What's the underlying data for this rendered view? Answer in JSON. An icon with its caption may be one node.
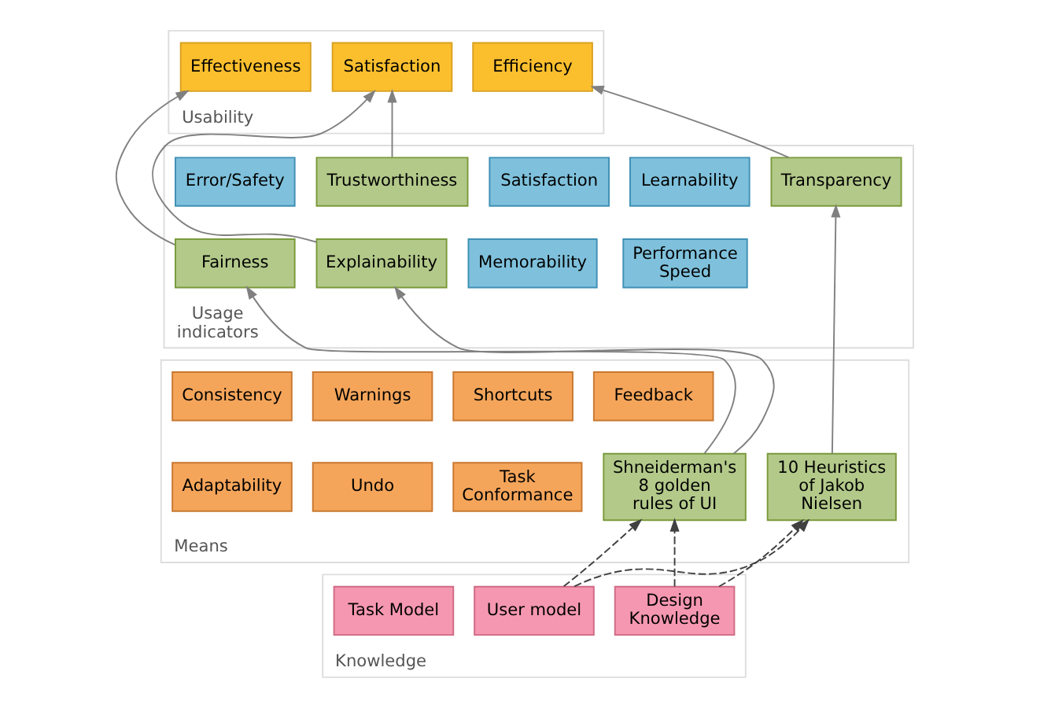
{
  "diagram": {
    "nodes": [
      {
        "text": [
          "Usability"
        ]
      },
      {
        "text": [
          "Efficiency"
        ],
        "in": 0
      },
      {
        "text": [
          "Effectiveness"
        ],
        "in": 0
      },
      {
        "text": [
          "Satisfaction"
        ],
        "in": 0
      },
      {
        "text": [
          "Usage indicators"
        ]
      },
      {
        "text": [
          "Learnability"
        ],
        "in": 4
      },
      {
        "text": [
          "Error/Safety"
        ],
        "in": 4
      },
      {
        "text": [
          "Satisfaction"
        ],
        "in": 4
      },
      {
        "text": [
          "Trustworthiness"
        ],
        "in": 4
      },
      {
        "text": [
          "Transparency"
        ],
        "in": 4
      },
      {
        "text": [
          "Performance Speed"
        ],
        "in": 4
      },
      {
        "text": [
          "Memorability"
        ],
        "in": 4
      },
      {
        "text": [
          "Fairness"
        ],
        "in": 4
      },
      {
        "text": [
          "Explainability"
        ],
        "in": 4
      },
      {
        "text": [
          "Means"
        ]
      },
      {
        "text": [
          "Consistency"
        ],
        "in": 14
      },
      {
        "text": [
          "Shortcuts"
        ],
        "in": 14
      },
      {
        "text": [
          "Warnings"
        ],
        "in": 14
      },
      {
        "text": [
          "Feedback"
        ],
        "in": 14
      },
      {
        "text": [
          "Shneiderman's 8 golden rules of UI"
        ],
        "in": 14
      },
      {
        "text": [
          "10 Heuristics of Jakob Nielsen"
        ],
        "in": 14
      },
      {
        "text": [
          "Adaptability"
        ],
        "in": 14
      },
      {
        "text": [
          "Task Conformance"
        ],
        "in": 14
      },
      {
        "text": [
          "Undo"
        ],
        "in": 14
      },
      {
        "text": [
          "Knowledge"
        ]
      },
      {
        "text": [
          "Design Knowledge"
        ],
        "in": 24
      },
      {
        "text": [
          "Task Model"
        ],
        "in": 24
      },
      {
        "text": [
          "User model"
        ],
        "in": 24
      }
    ],
    "edges": [
      {
        "from": 9,
        "to": 1,
        "arrow": "to"
      },
      {
        "from": 12,
        "to": 2,
        "arrow": "to"
      },
      {
        "from": 8,
        "to": 3,
        "arrow": "to"
      },
      {
        "from": 13,
        "to": 3,
        "arrow": "to"
      },
      {
        "from": 19,
        "to": 12,
        "arrow": "to"
      },
      {
        "from": 19,
        "to": 13,
        "arrow": "to"
      },
      {
        "from": 20,
        "to": 9,
        "arrow": "to"
      },
      {
        "from": 25,
        "to": 19,
        "arrow": "to",
        "style": "dashed",
        "color": "#404040"
      },
      {
        "from": 25,
        "to": 20,
        "arrow": "to",
        "style": "dashed",
        "color": "#404040"
      },
      {
        "from": 27,
        "to": 19,
        "arrow": "to",
        "style": "dashed",
        "color": "#404040"
      },
      {
        "from": 27,
        "to": 20,
        "arrow": "to",
        "style": "dashed",
        "color": "#404040"
      }
    ]
  }
}
